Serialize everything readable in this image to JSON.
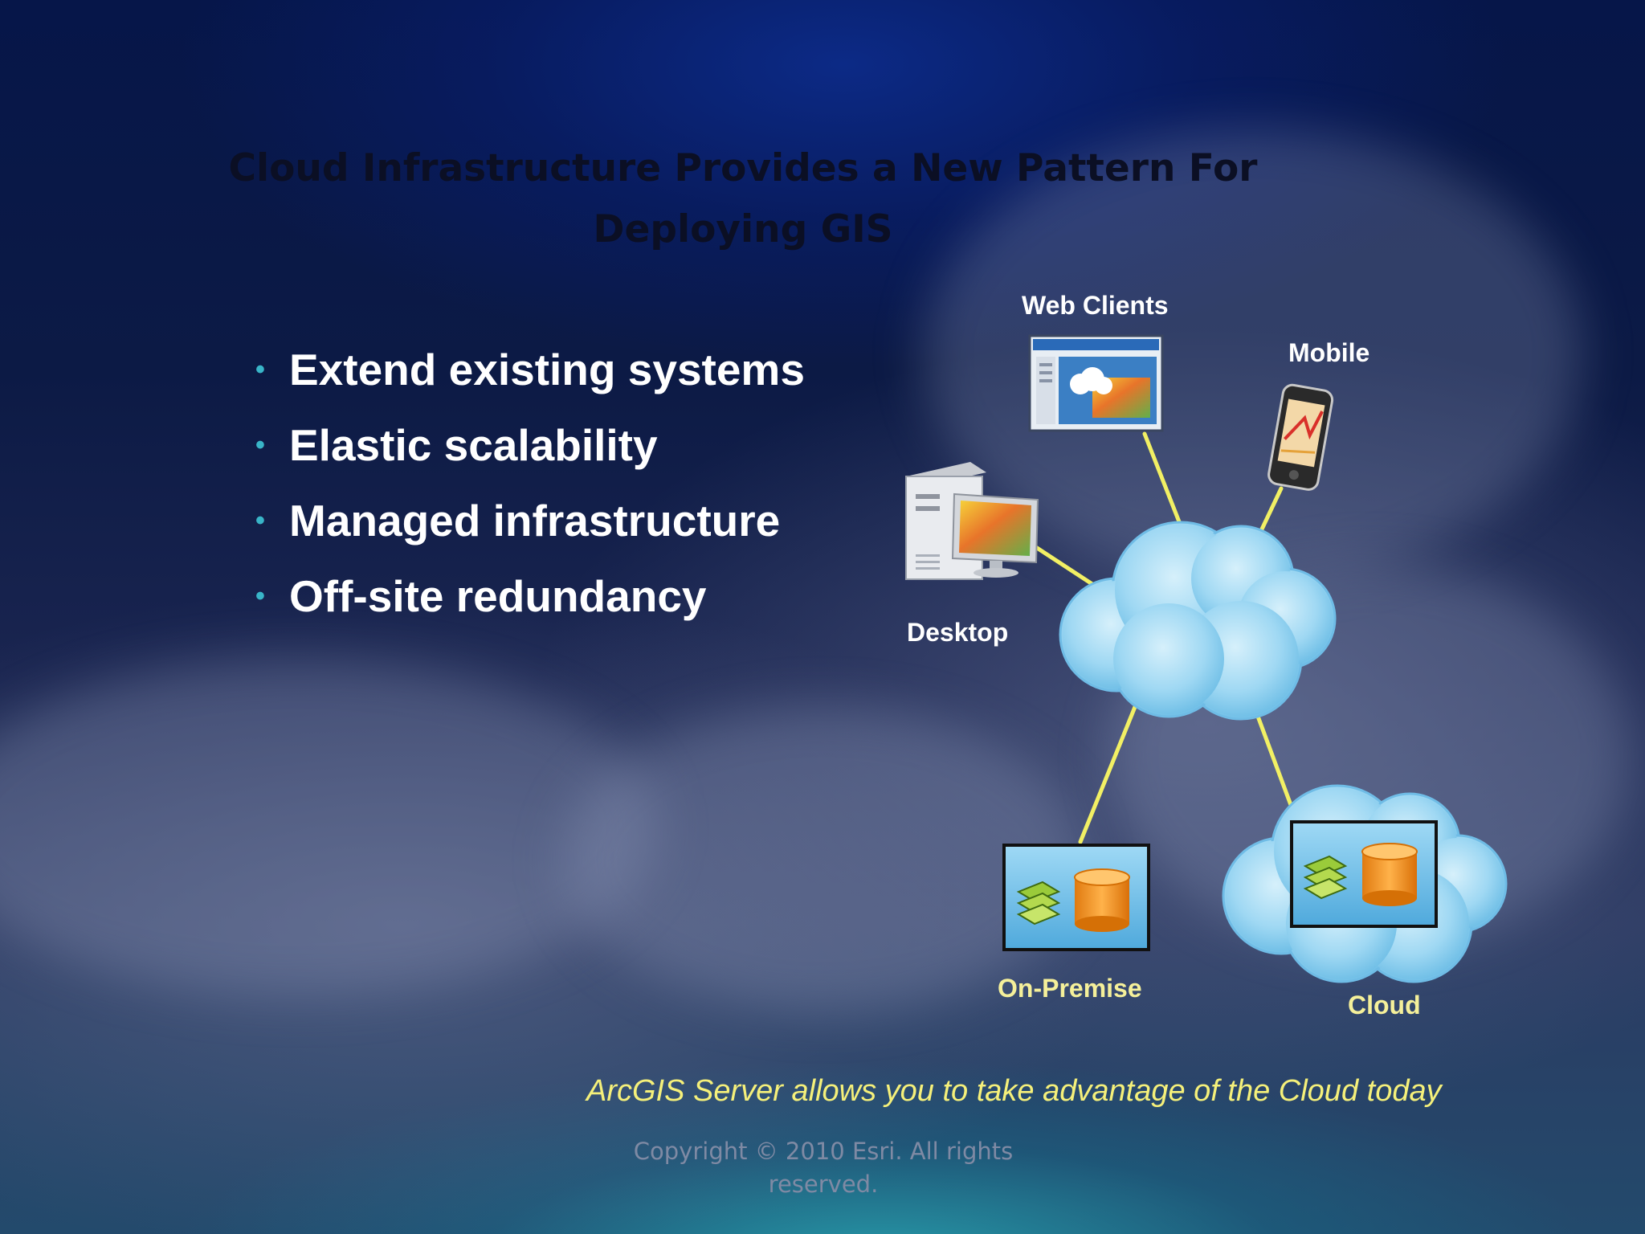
{
  "slide": {
    "title": "Cloud Infrastructure Provides a New Pattern For Deploying GIS",
    "bullets": [
      "Extend existing systems",
      "Elastic scalability",
      "Managed infrastructure",
      "Off-site redundancy"
    ],
    "tagline": "ArcGIS Server allows you to take advantage of the Cloud today",
    "copyright": "Copyright © 2010 Esri. All rights reserved."
  },
  "diagram": {
    "labels": {
      "web_clients": "Web Clients",
      "mobile": "Mobile",
      "desktop": "Desktop",
      "on_premise": "On-Premise",
      "cloud": "Cloud"
    },
    "icons": [
      "web-browser-icon",
      "mobile-phone-icon",
      "desktop-computer-icon",
      "cloud-hub-icon",
      "server-database-icon",
      "cloud-database-icon"
    ],
    "colors": {
      "connector": "#f2f064",
      "cloud_fill": "#8fd1f1",
      "label_yellow": "#f5f09a",
      "bullet_marker": "#39b5c8"
    }
  }
}
